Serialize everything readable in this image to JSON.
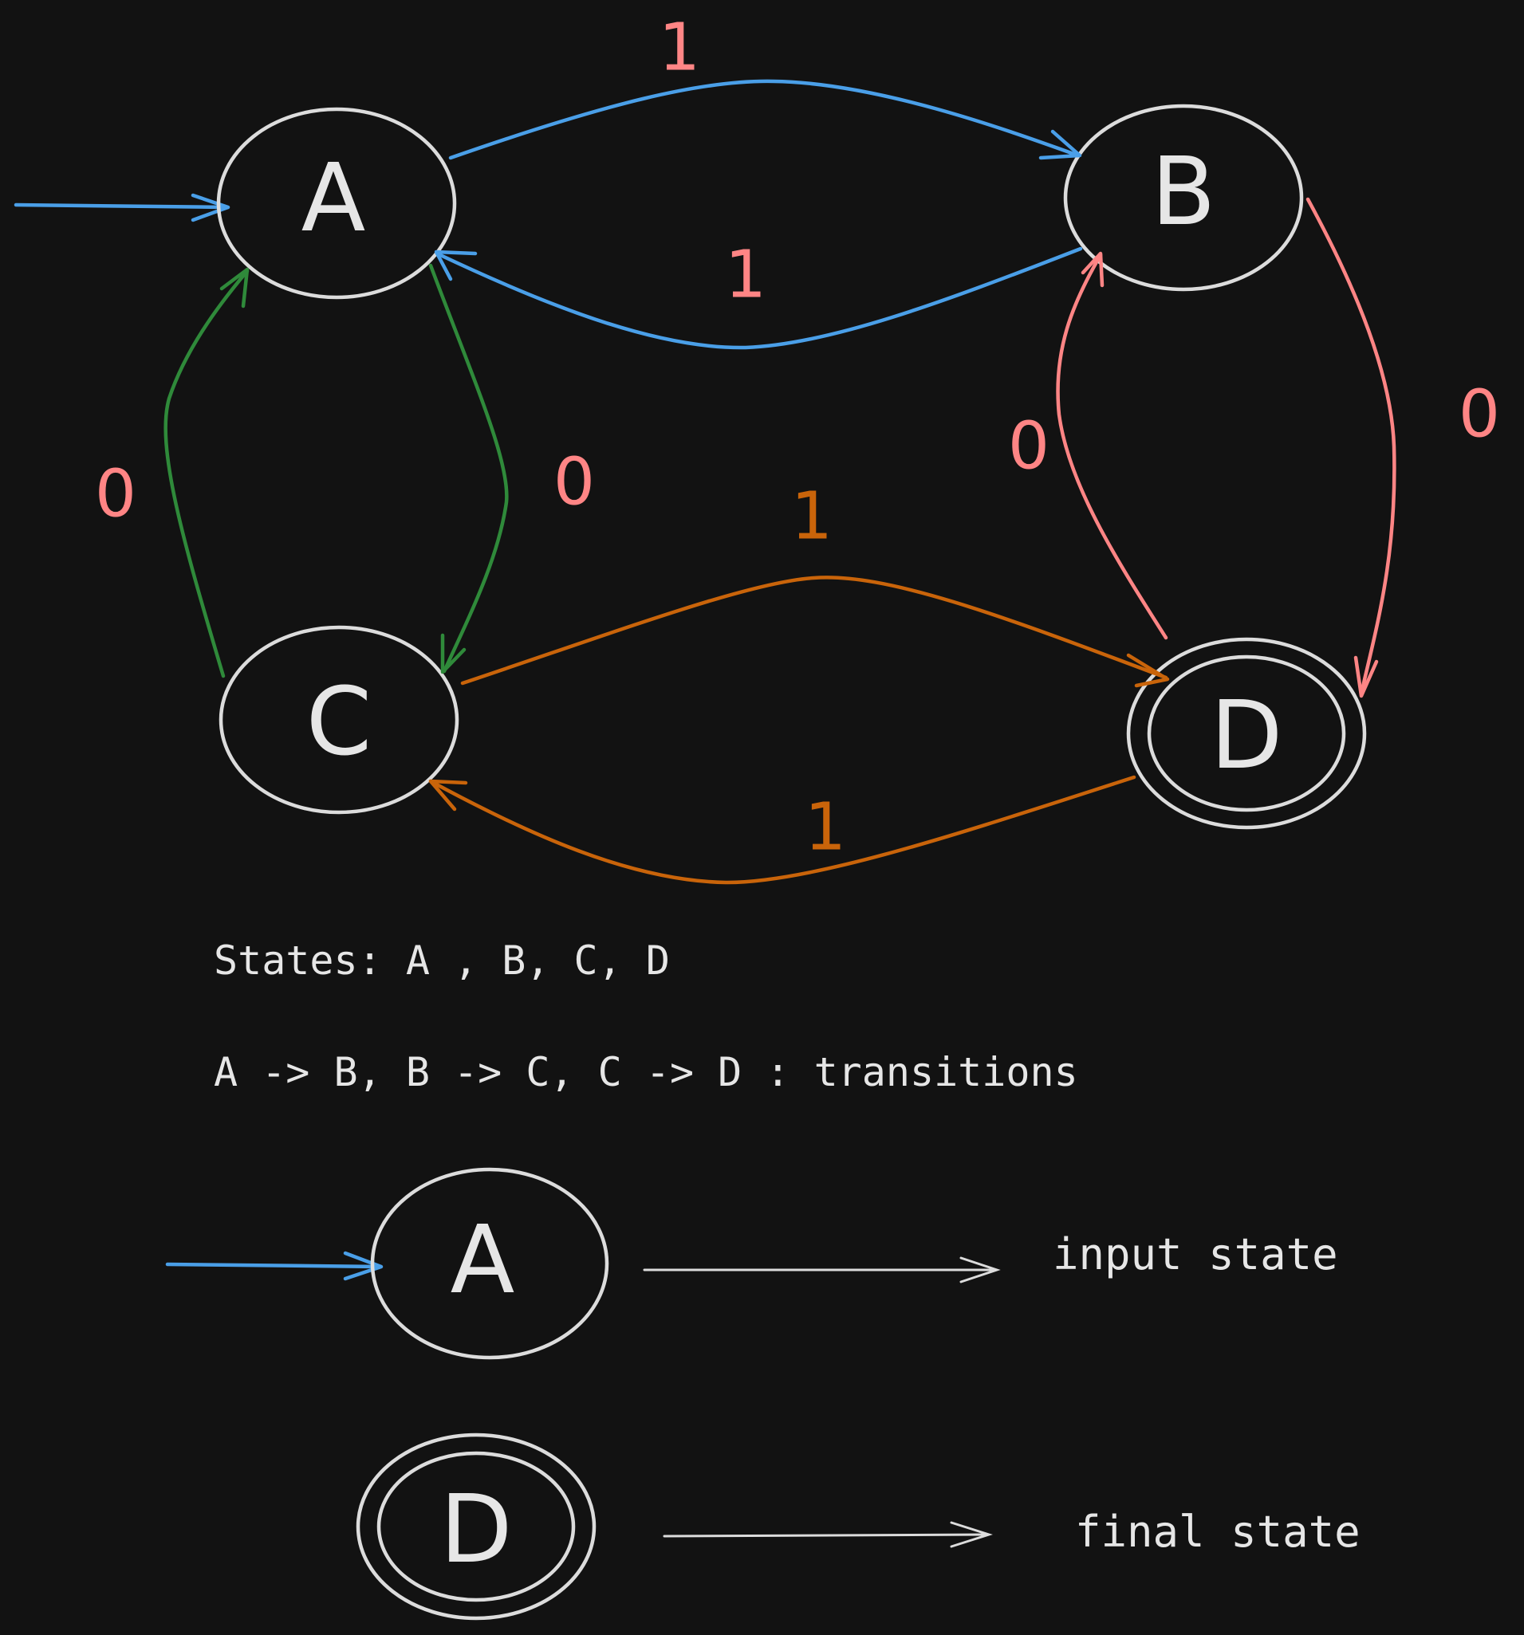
{
  "colors": {
    "background": "#121212",
    "node": "#dcdcdc",
    "blue": "#4a9fe8",
    "green": "#2f8a3a",
    "red": "#ff8585",
    "orange": "#c9640a",
    "text": "#e6e6e6",
    "line": "#dcdcdc"
  },
  "states": [
    {
      "id": "A",
      "label": "A",
      "start": true,
      "final": false
    },
    {
      "id": "B",
      "label": "B",
      "start": false,
      "final": false
    },
    {
      "id": "C",
      "label": "C",
      "start": false,
      "final": false
    },
    {
      "id": "D",
      "label": "D",
      "start": false,
      "final": true
    }
  ],
  "transitions": [
    {
      "from": "A",
      "to": "B",
      "symbol": "1",
      "color": "blue"
    },
    {
      "from": "B",
      "to": "A",
      "symbol": "1",
      "color": "blue"
    },
    {
      "from": "A",
      "to": "C",
      "symbol": "0",
      "color": "green"
    },
    {
      "from": "C",
      "to": "A",
      "symbol": "0",
      "color": "green"
    },
    {
      "from": "B",
      "to": "D",
      "symbol": "0",
      "color": "red"
    },
    {
      "from": "D",
      "to": "B",
      "symbol": "0",
      "color": "red"
    },
    {
      "from": "C",
      "to": "D",
      "symbol": "1",
      "color": "orange"
    },
    {
      "from": "D",
      "to": "C",
      "symbol": "1",
      "color": "orange"
    }
  ],
  "notes": {
    "states": "States: A , B, C, D",
    "transitions": "A -> B, B -> C, C -> D : transitions"
  },
  "legend": {
    "input": {
      "label": "A",
      "text": "input state"
    },
    "final": {
      "label": "D",
      "text": "final state"
    }
  }
}
